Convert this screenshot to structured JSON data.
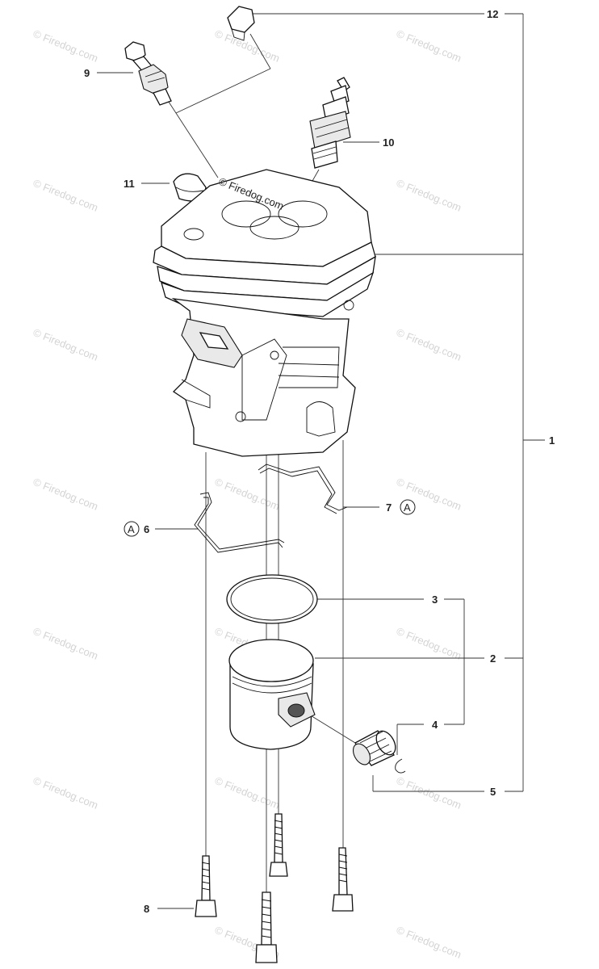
{
  "watermark": "© Firedog.com",
  "stamp_text": "© Firedog.com",
  "letter_marker": "A",
  "callouts": {
    "c1": "1",
    "c2": "2",
    "c3": "3",
    "c4": "4",
    "c5": "5",
    "c6": "6",
    "c7": "7",
    "c8": "8",
    "c9": "9",
    "c10": "10",
    "c11": "11",
    "c12": "12"
  }
}
